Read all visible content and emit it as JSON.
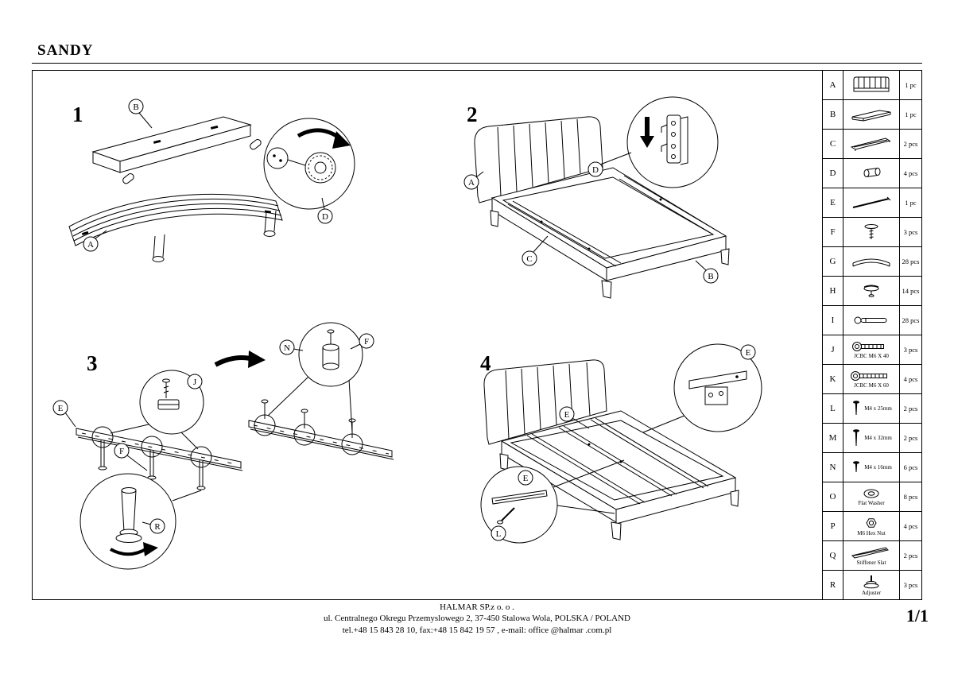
{
  "document": {
    "title": "SANDY",
    "page_number": "1/1",
    "footer_line1": "HALMAR SP.z o. o .",
    "footer_line2": "ul. Centralnego Okregu Przemyslowego 2, 37-450 Stalowa Wola, POLSKA / POLAND",
    "footer_line3": "tel.+48 15 843 28 10, fax:+48 15 842 19 57 , e-mail: office @halmar .com.pl"
  },
  "diagram_labels": {
    "step1": {
      "number": "1",
      "a": "A",
      "b": "B",
      "d": "D"
    },
    "step2": {
      "number": "2",
      "a": "A",
      "b": "B",
      "c": "C",
      "d": "D"
    },
    "step3": {
      "number": "3",
      "e": "E",
      "f1": "F",
      "j": "J",
      "n": "N",
      "f2": "F",
      "r": "R"
    },
    "step4": {
      "number": "4",
      "e1": "E",
      "e2": "E",
      "e3": "E",
      "l": "L"
    }
  },
  "parts_table": {
    "rows": [
      {
        "letter": "A",
        "icon": "headboard",
        "qty": "1 pc"
      },
      {
        "letter": "B",
        "icon": "footboard-panel",
        "qty": "1 pc"
      },
      {
        "letter": "C",
        "icon": "side-rail",
        "qty": "2 pcs"
      },
      {
        "letter": "D",
        "icon": "dowel",
        "qty": "4 pcs"
      },
      {
        "letter": "E",
        "icon": "metal-rod",
        "qty": "1 pc"
      },
      {
        "letter": "F",
        "icon": "support-leg-screw",
        "qty": "3 pcs"
      },
      {
        "letter": "G",
        "icon": "curved-slat",
        "qty": "28 pcs"
      },
      {
        "letter": "H",
        "icon": "slat-cap",
        "qty": "14 pcs"
      },
      {
        "letter": "I",
        "icon": "slat-holder",
        "qty": "28 pcs"
      },
      {
        "letter": "J",
        "icon": "bolt",
        "caption": "JCBC M6 X 40",
        "qty": "3 pcs"
      },
      {
        "letter": "K",
        "icon": "bolt",
        "caption": "JCBC M6 X 60",
        "qty": "4 pcs"
      },
      {
        "letter": "L",
        "icon": "screw",
        "caption": "M4 x 25mm",
        "qty": "2 pcs"
      },
      {
        "letter": "M",
        "icon": "screw",
        "caption": "M4 x 32mm",
        "qty": "2 pcs"
      },
      {
        "letter": "N",
        "icon": "screw",
        "caption": "M4 x 16mm",
        "qty": "6 pcs"
      },
      {
        "letter": "O",
        "icon": "flat-washer",
        "caption": "Flat Washer",
        "qty": "8 pcs"
      },
      {
        "letter": "P",
        "icon": "hex-nut",
        "caption": "M6 Hex Nut",
        "qty": "4 pcs"
      },
      {
        "letter": "Q",
        "icon": "stiffener-slat",
        "caption": "Stiffener Slat",
        "qty": "2 pcs"
      },
      {
        "letter": "R",
        "icon": "adjuster",
        "caption": "Adjuster",
        "qty": "3 pcs"
      }
    ]
  }
}
